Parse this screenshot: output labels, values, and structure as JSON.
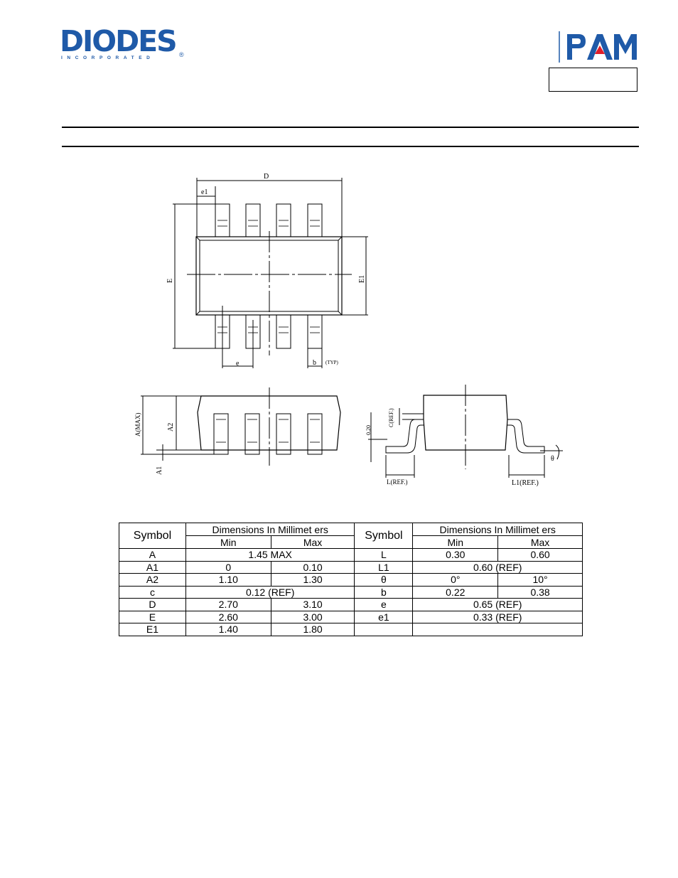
{
  "header": {
    "diodes_logo": {
      "word": "DIODES",
      "subtitle": "INCORPORATED",
      "registered": "®"
    },
    "pam_logo": {
      "word": "PAM"
    },
    "colors": {
      "brand_blue": "#1f5aa8",
      "pam_red": "#e01e2a"
    }
  },
  "drawing": {
    "top_view": {
      "D": "D",
      "e1": "e1",
      "E": "E",
      "E1": "E1",
      "e": "e",
      "b": "b",
      "typ": "(TYP)"
    },
    "side_view": {
      "A": "A(MAX)",
      "A2": "A2",
      "A1": "A1"
    },
    "end_view": {
      "C": "C(REF.)",
      "gap": "0.20",
      "L": "L(REF.)",
      "L1": "L1(REF.)",
      "theta": "θ"
    }
  },
  "table": {
    "symbol_header": "Symbol",
    "dims_header": "Dimensions In Millimet ers",
    "min_header": "Min",
    "max_header": "Max",
    "rows": [
      {
        "sym": "A",
        "span": "1.45 MAX",
        "sym2": "L",
        "min2": "0.30",
        "max2": "0.60"
      },
      {
        "sym": "A1",
        "min": "0",
        "max": "0.10",
        "sym2": "L1",
        "span2": "0.60 (REF)"
      },
      {
        "sym": "A2",
        "min": "1.10",
        "max": "1.30",
        "sym2": "θ",
        "min2": "0°",
        "max2": "10°"
      },
      {
        "sym": "c",
        "span": "0.12 (REF)",
        "sym2": "b",
        "min2": "0.22",
        "max2": "0.38"
      },
      {
        "sym": "D",
        "min": "2.70",
        "max": "3.10",
        "sym2": "e",
        "span2": "0.65 (REF)"
      },
      {
        "sym": "E",
        "min": "2.60",
        "max": "3.00",
        "sym2": "e1",
        "span2": "0.33 (REF)"
      },
      {
        "sym": "E1",
        "min": "1.40",
        "max": "1.80",
        "sym2": "",
        "span2": ""
      }
    ]
  }
}
